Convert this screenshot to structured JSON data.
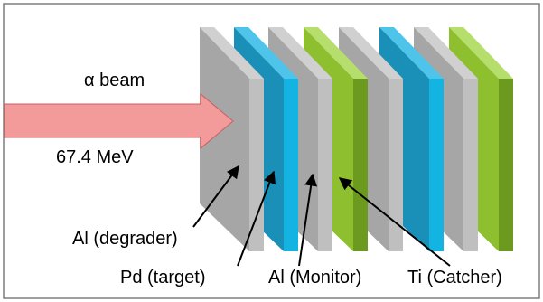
{
  "beam": {
    "label": "α beam",
    "energy": "67.4 MeV"
  },
  "labels": {
    "degrader": "Al (degrader)",
    "target": "Pd (target)",
    "monitor": "Al (Monitor)",
    "catcher": "Ti (Catcher)"
  },
  "colors": {
    "aluminum": "#a6a6a6",
    "palladium": "#1aa0cf",
    "titanium": "#8dbf2f",
    "beam_arrow": "#f39a9a",
    "frame": "#7f7f7f"
  },
  "stack_order": [
    "Al",
    "Pd",
    "Al",
    "Ti",
    "Al",
    "Pd",
    "Al",
    "Ti"
  ]
}
